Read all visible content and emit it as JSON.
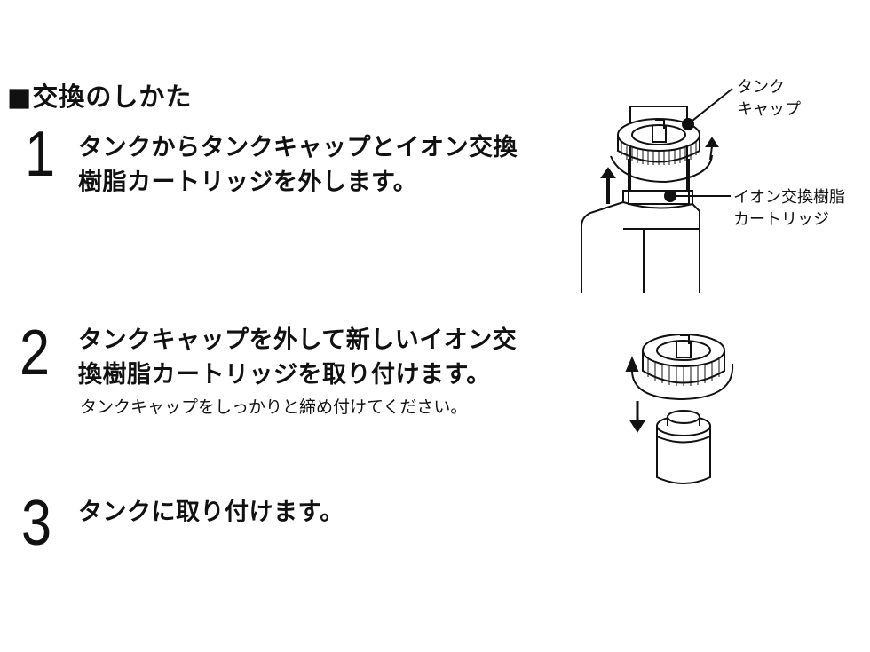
{
  "section": {
    "marker": "■",
    "title": "交換のしかた"
  },
  "steps": [
    {
      "number": "1",
      "lines": [
        "タンクからタンクキャップとイオン交換",
        "樹脂カートリッジを外します。"
      ]
    },
    {
      "number": "2",
      "lines": [
        "タンクキャップを外して新しいイオン交",
        "換樹脂カートリッジを取り付けます。"
      ],
      "note": "タンクキャップをしっかりと締め付けてください。"
    },
    {
      "number": "3",
      "lines": [
        "タンクに取り付けます。"
      ]
    }
  ],
  "figure1": {
    "labels": {
      "cap": [
        "タンク",
        "キャップ"
      ],
      "cartridge": [
        "イオン交換樹脂",
        "カートリッジ"
      ]
    }
  }
}
